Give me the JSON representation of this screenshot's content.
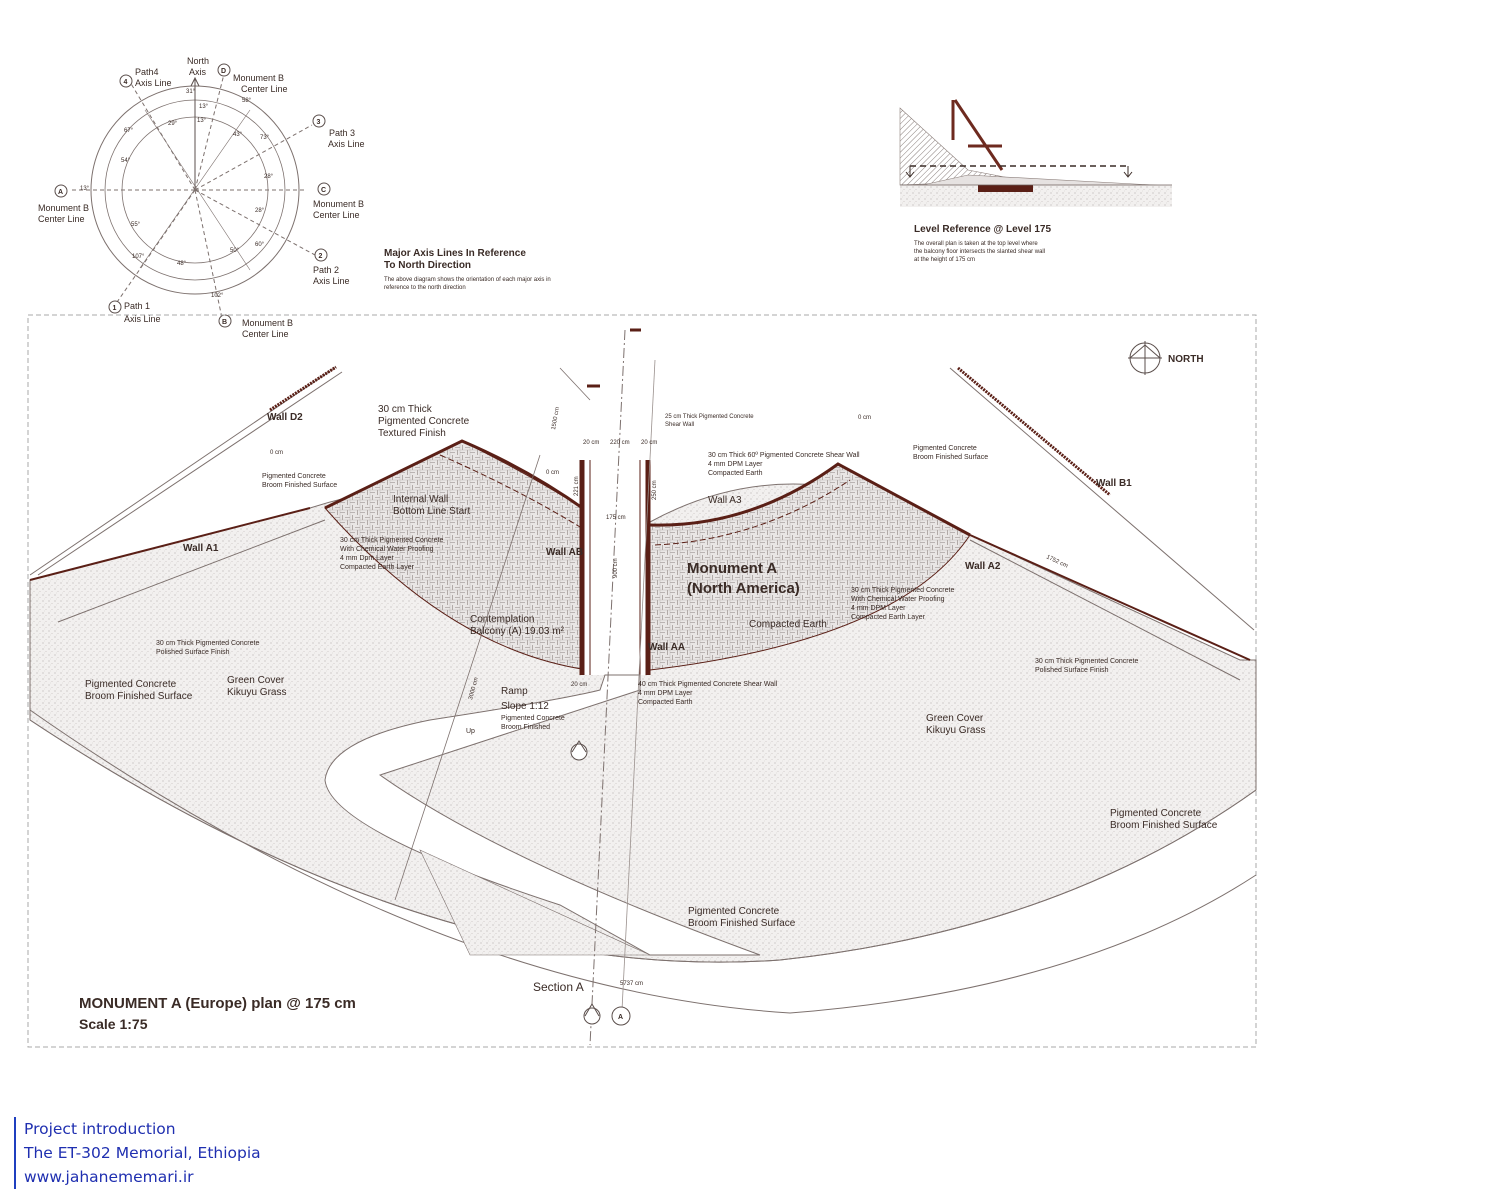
{
  "compass": {
    "title_line1": "Major Axis Lines In Reference",
    "title_line2": "To North Direction",
    "desc_line1": "The above diagram shows the orientation of each major axis in",
    "desc_line2": "reference to the north direction",
    "north_1": "North",
    "north_2": "Axis",
    "labels": [
      {
        "tag": "4",
        "line1": "Path4",
        "line2": "Axis Line"
      },
      {
        "tag": "D",
        "line1": "Monument B",
        "line2": "Center Line"
      },
      {
        "tag": "3",
        "line1": "Path 3",
        "line2": "Axis Line"
      },
      {
        "tag": "C",
        "line1": "Monument B",
        "line2": "Center Line"
      },
      {
        "tag": "2",
        "line1": "Path 2",
        "line2": "Axis Line"
      },
      {
        "tag": "B",
        "line1": "Monument B",
        "line2": "Center Line"
      },
      {
        "tag": "1",
        "line1": "Path 1",
        "line2": "Axis Line"
      },
      {
        "tag": "A",
        "line1": "Monument B",
        "line2": "Center Line"
      }
    ],
    "angles": [
      "31°",
      "13°",
      "13°",
      "58°",
      "29°",
      "43°",
      "73°",
      "67°",
      "54°",
      "28°",
      "28°",
      "13°",
      "55°",
      "50°",
      "60°",
      "107°",
      "48°",
      "102°"
    ]
  },
  "level_ref": {
    "title": "Level Reference @ Level 175",
    "desc_line1": "The overall plan is taken at the top level where",
    "desc_line2": "the balcony floor intersects the slanted shear wall",
    "desc_line3": "at the height of 175 cm"
  },
  "plan": {
    "north": "NORTH",
    "title_line1": "MONUMENT A (Europe) plan @ 175 cm",
    "title_line2": "Scale 1:75",
    "monument_line1": "Monument A",
    "monument_line2": "(North America)",
    "walls": {
      "d2": "Wall D2",
      "b1": "Wall B1",
      "a1": "Wall A1",
      "a2": "Wall A2",
      "a3": "Wall A3",
      "ab": "Wall AB",
      "aa": "Wall AA"
    },
    "section": "Section A",
    "section_tag": "A",
    "notes": {
      "thick_textured_1": "30 cm Thick",
      "thick_textured_2": "Pigmented Concrete",
      "thick_textured_3": "Textured Finish",
      "internal_1": "Internal Wall",
      "internal_2": "Bottom Line Start",
      "broom_left_1": "Pigmented Concrete",
      "broom_left_2": "Broom Finished Surface",
      "waterproof_left_1": "30 cm Thick Pigmented Concrete",
      "waterproof_left_2": "With Chemical Water Proofing",
      "waterproof_left_3": "4 mm Dpm Layer",
      "waterproof_left_4": "Compacted Earth Layer",
      "shear_25_1": "25 cm Thick Pigmented Concrete",
      "shear_25_2": "Shear Wall",
      "shear_60_1": "30 cm Thick 60º Pigmented Concrete Shear Wall",
      "shear_60_2": "4 mm DPM Layer",
      "shear_60_3": "Compacted Earth",
      "broom_right_1": "Pigmented Concrete",
      "broom_right_2": "Broom Finished Surface",
      "waterproof_right_1": "30 cm Thick Pigmented Concrete",
      "waterproof_right_2": "With Chemical Water Proofing",
      "waterproof_right_3": "4 mm DPM Layer",
      "waterproof_right_4": "Compacted Earth Layer",
      "compacted": "Compacted Earth",
      "contemplation_1": "Contemplation",
      "contemplation_2": "Balcony (A)  19.03 m²",
      "polished_left_1": "30 cm Thick Pigmented Concrete",
      "polished_left_2": "Polished Surface Finish",
      "polished_right_1": "30 cm Thick Pigmented Concrete",
      "polished_right_2": "Polished Surface Finish",
      "broom_far_left_1": "Pigmented Concrete",
      "broom_far_left_2": "Broom Finished Surface",
      "green_left_1": "Green Cover",
      "green_left_2": "Kikuyu Grass",
      "green_right_1": "Green Cover",
      "green_right_2": "Kikuyu Grass",
      "ramp": "Ramp",
      "slope": "Slope   1:12",
      "ramp_finish_1": "Pigmented Concrete",
      "ramp_finish_2": "Broom Finished",
      "up": "Up",
      "shear_40_1": "40 cm Thick Pigmented Concrete Shear Wall",
      "shear_40_2": "4 mm DPM Layer",
      "shear_40_3": "Compacted Earth",
      "broom_bottom_1": "Pigmented Concrete",
      "broom_bottom_2": "Broom Finished Surface",
      "broom_br_1": "Pigmented Concrete",
      "broom_br_2": "Broom Finished Surface"
    },
    "dims": {
      "d20a": "20 cm",
      "d220": "220 cm",
      "d20b": "20 cm",
      "d221": "221 cm",
      "d250": "250 cm",
      "d900": "900 cm",
      "d175": "175 cm",
      "d0a": "0 cm",
      "d0b": "0 cm",
      "d0c": "0 cm",
      "d1752": "1752 cm",
      "d1500": "1500 cm",
      "d3000": "3000 cm",
      "d20c": "20 cm",
      "d5737": "5737 cm"
    }
  },
  "footer": {
    "line1": "Project introduction",
    "line2": "The ET-302 Memorial, Ethiopia",
    "line3": "www.jahanememari.ir"
  }
}
